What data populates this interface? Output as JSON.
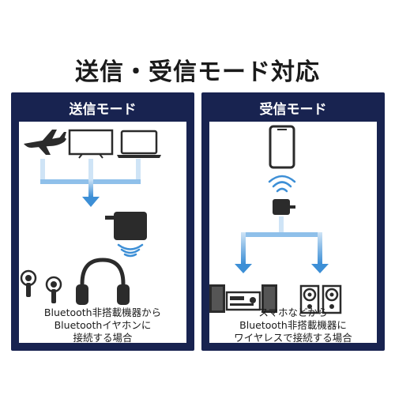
{
  "title": "送信・受信モード対応",
  "colors": {
    "navy": "#182350",
    "arrow_top": "#cfe4f6",
    "arrow_bottom": "#3d8fd6",
    "device": "#2b2b2b"
  },
  "send_panel": {
    "heading": "送信モード",
    "sources": [
      "airplane-icon",
      "tv-icon",
      "laptop-icon"
    ],
    "targets": [
      "earbud-icon",
      "earbud-icon",
      "headphones-icon"
    ],
    "caption_lines": [
      "Bluetooth非搭載機器から",
      "Bluetoothイヤホンに",
      "接続する場合"
    ]
  },
  "receive_panel": {
    "heading": "受信モード",
    "sources": [
      "smartphone-icon"
    ],
    "targets": [
      "stereo-system-icon",
      "speakers-icon"
    ],
    "caption_lines": [
      "スマホなどから",
      "Bluetooth非搭載機器に",
      "ワイヤレスで接続する場合"
    ]
  }
}
